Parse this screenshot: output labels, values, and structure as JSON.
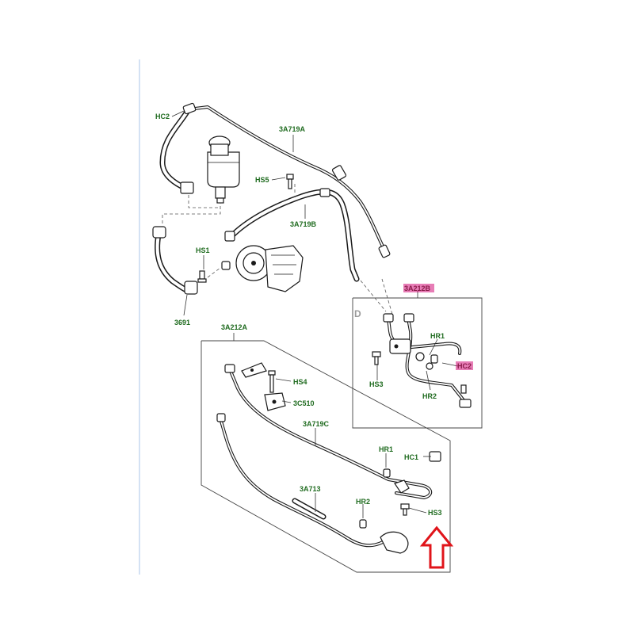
{
  "callouts": {
    "hc2": "HC2",
    "hose_3a719a": "3A719A",
    "hs5": "HS5",
    "hose_3a719b": "3A719B",
    "hs1": "HS1",
    "part_3691": "3691",
    "assembly_3a212b": "3A212B",
    "section_d": "D",
    "hr1_upper": "HR1",
    "hc2_highlight": "HC2",
    "hs3_upper": "HS3",
    "hr2_upper": "HR2",
    "assembly_3a212a": "3A212A",
    "hs4": "HS4",
    "part_3c510": "3C510",
    "pipe_3a719c": "3A719C",
    "hr1_lower": "HR1",
    "hc1": "HC1",
    "pipe_3a713": "3A713",
    "hr2_lower": "HR2",
    "hs3_lower": "HS3"
  },
  "colors": {
    "label": "#1f6b1f",
    "highlight_bg": "#d4127a",
    "highlight_text": "#8a1a4a",
    "arrow": "#e0141a",
    "margin_line": "#a9c6e8",
    "line": "#1a1a1a"
  },
  "icons": {
    "pointer": "red-up-arrow-icon"
  }
}
